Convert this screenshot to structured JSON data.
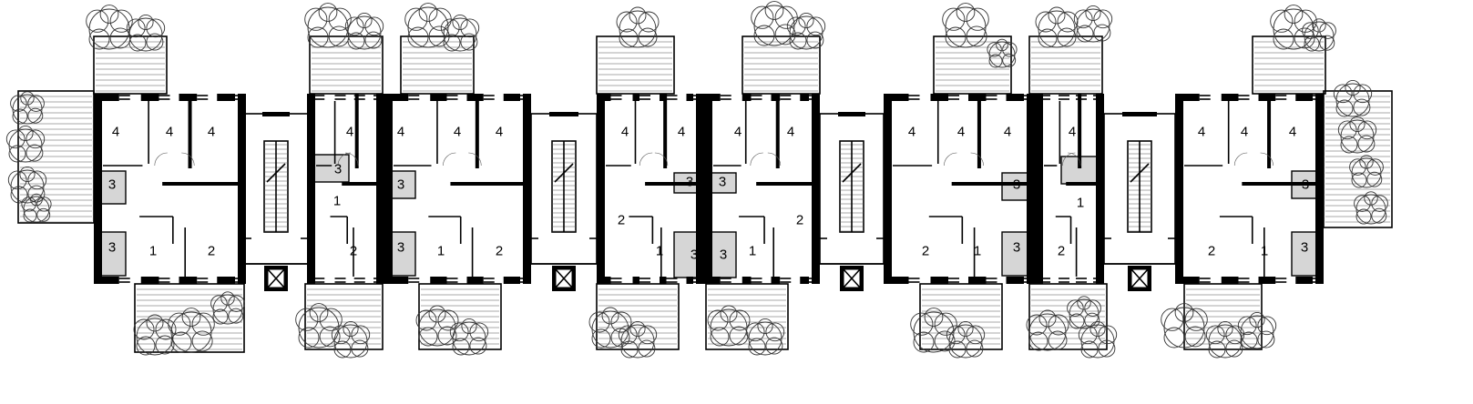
{
  "room_labels": [
    {
      "text": "4"
    },
    {
      "text": "4"
    },
    {
      "text": "4"
    },
    {
      "text": "3"
    },
    {
      "text": "3"
    },
    {
      "text": "1"
    },
    {
      "text": "2"
    },
    {
      "text": "4"
    },
    {
      "text": "3"
    },
    {
      "text": "1"
    },
    {
      "text": "2"
    },
    {
      "text": "4"
    },
    {
      "text": "4"
    },
    {
      "text": "4"
    },
    {
      "text": "3"
    },
    {
      "text": "3"
    },
    {
      "text": "1"
    },
    {
      "text": "2"
    },
    {
      "text": "4"
    },
    {
      "text": "4"
    },
    {
      "text": "3"
    },
    {
      "text": "2"
    },
    {
      "text": "1"
    },
    {
      "text": "3"
    },
    {
      "text": "4"
    },
    {
      "text": "4"
    },
    {
      "text": "3"
    },
    {
      "text": "3"
    },
    {
      "text": "1"
    },
    {
      "text": "2"
    },
    {
      "text": "4"
    },
    {
      "text": "4"
    },
    {
      "text": "4"
    },
    {
      "text": "3"
    },
    {
      "text": "2"
    },
    {
      "text": "1"
    },
    {
      "text": "3"
    },
    {
      "text": "4"
    },
    {
      "text": "1"
    },
    {
      "text": "2"
    },
    {
      "text": "4"
    },
    {
      "text": "4"
    },
    {
      "text": "4"
    },
    {
      "text": "3"
    },
    {
      "text": "2"
    },
    {
      "text": "1"
    },
    {
      "text": "3"
    }
  ]
}
